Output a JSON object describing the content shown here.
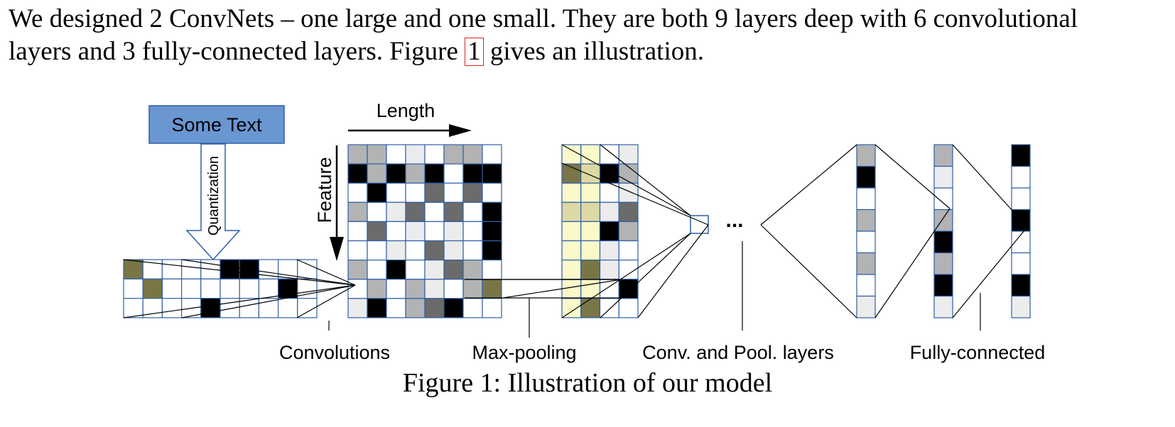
{
  "paragraph": {
    "line1": "We designed 2 ConvNets – one large and one small. They are both 9 layers deep with 6 convolutional",
    "line2_before": "layers and 3 fully-connected layers. Figure ",
    "ref": "1",
    "line2_after": " gives an illustration."
  },
  "figure": {
    "input_box": "Some Text",
    "arrow_label": "Quantization",
    "length_label": "Length",
    "feature_label": "Feature",
    "ellipsis": "...",
    "labels": [
      "Convolutions",
      "Max-pooling",
      "Conv. and Pool. layers",
      "Fully-connected"
    ],
    "caption": "Figure 1: Illustration of our model"
  },
  "colors": {
    "grid_line": "#2e5fa8",
    "box_fill": "#6a96d2",
    "black": "#000000",
    "gray": "#b3b3b3",
    "dark_gray": "#6b6b6b",
    "light_gray": "#ececec",
    "pale_yellow": "#fbf9c9",
    "olive": "#7a7546",
    "light_olive": "#ddd9a4",
    "ref_box": "#e0221b"
  },
  "matrices": {
    "input_quantized": [
      "O...WBB.W.",
      "WOW.WW.WBW",
      "....B....."
    ],
    "feature_map": [
      "GGWLWGGW",
      "BGBGBWBB",
      "WBWWDWDW",
      "GWLDWDWB",
      "WDWLWLWB",
      "WWLWDLWB",
      "GWBWLDGW",
      "WGWGLWGO",
      "LBWGDBWW"
    ],
    "pooled_map": [
      "YYWL",
      "OkBG",
      "YYWL",
      "kkLD",
      "YYBG",
      "YYLW",
      "YOLW",
      "YYWB",
      "YOWW"
    ],
    "conv_column": "GBWGWGWL",
    "fc1_column": "GLWGBGBL",
    "fc2_column": "BWWBWWBL"
  }
}
